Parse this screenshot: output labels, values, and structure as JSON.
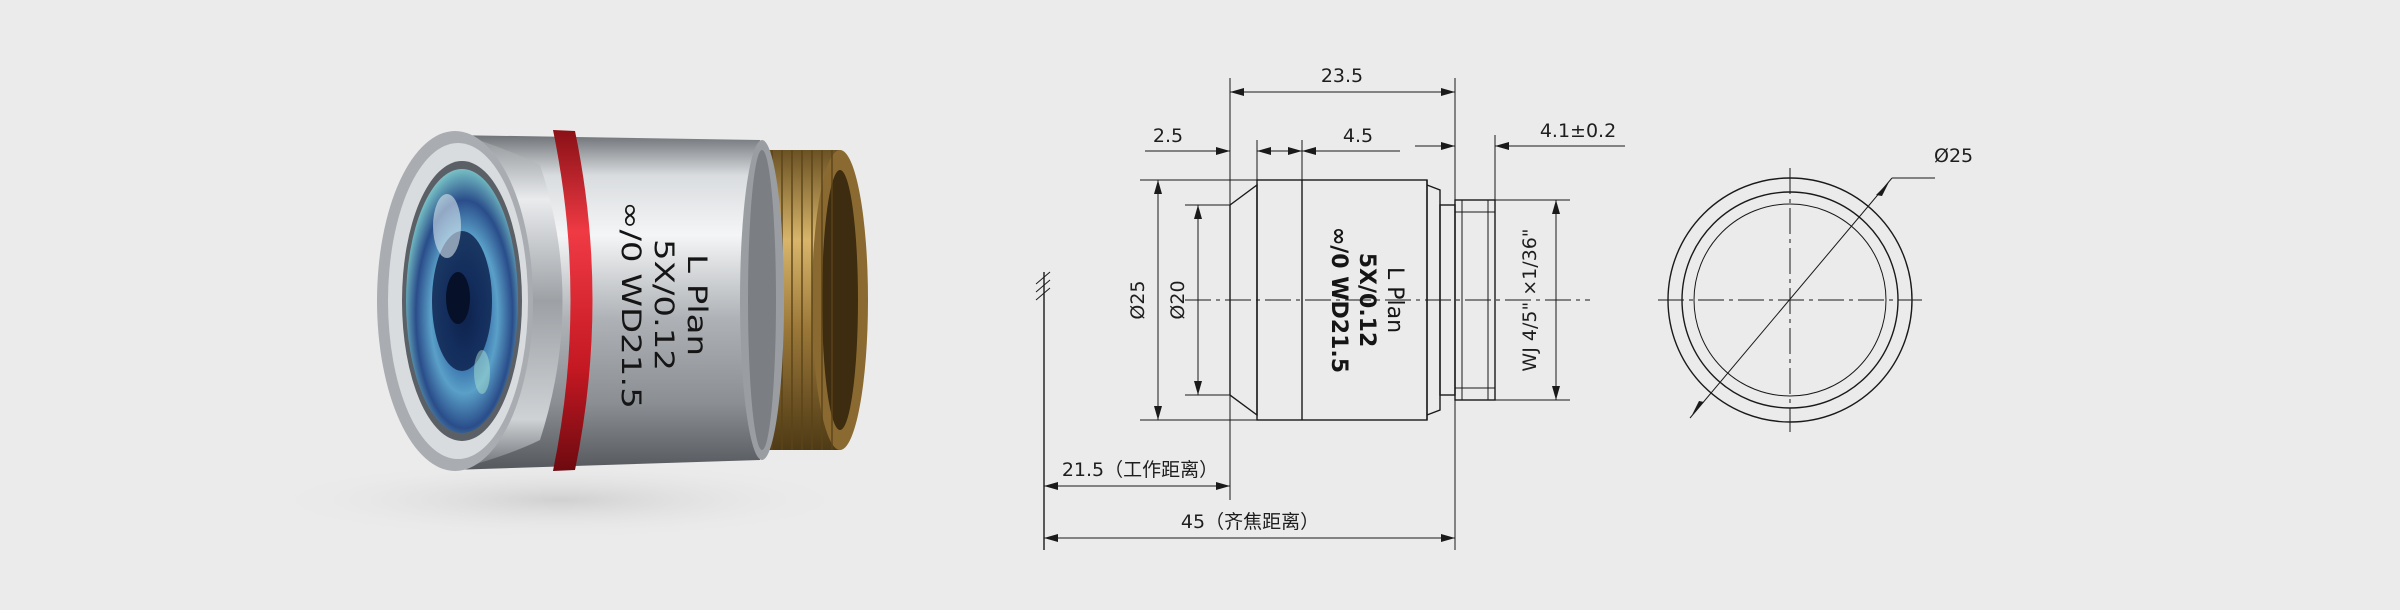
{
  "photo": {
    "engraving": [
      "L Plan",
      "5X/0.12",
      "∞/0 WD21.5"
    ],
    "colors": {
      "body": "#b8bcc0",
      "ring": "#d8212c",
      "thread": "#b9934c",
      "glass": "#2b5ea0"
    }
  },
  "drawing": {
    "dims": {
      "total_length": "23.5",
      "front_step": "2.5",
      "body_step": "4.5",
      "thread_length": "4.1±0.2",
      "outer_dia": "Ø25",
      "inner_dia": "Ø20",
      "thread_spec": "WJ 4/5\" ×1/36\"",
      "working_distance": "21.5（工作距离）",
      "parfocal_distance": "45（齐焦距离）",
      "end_view_dia": "Ø25"
    },
    "body_engraving": [
      "L Plan",
      "5X/0.12",
      "∞/0 WD21.5"
    ]
  }
}
